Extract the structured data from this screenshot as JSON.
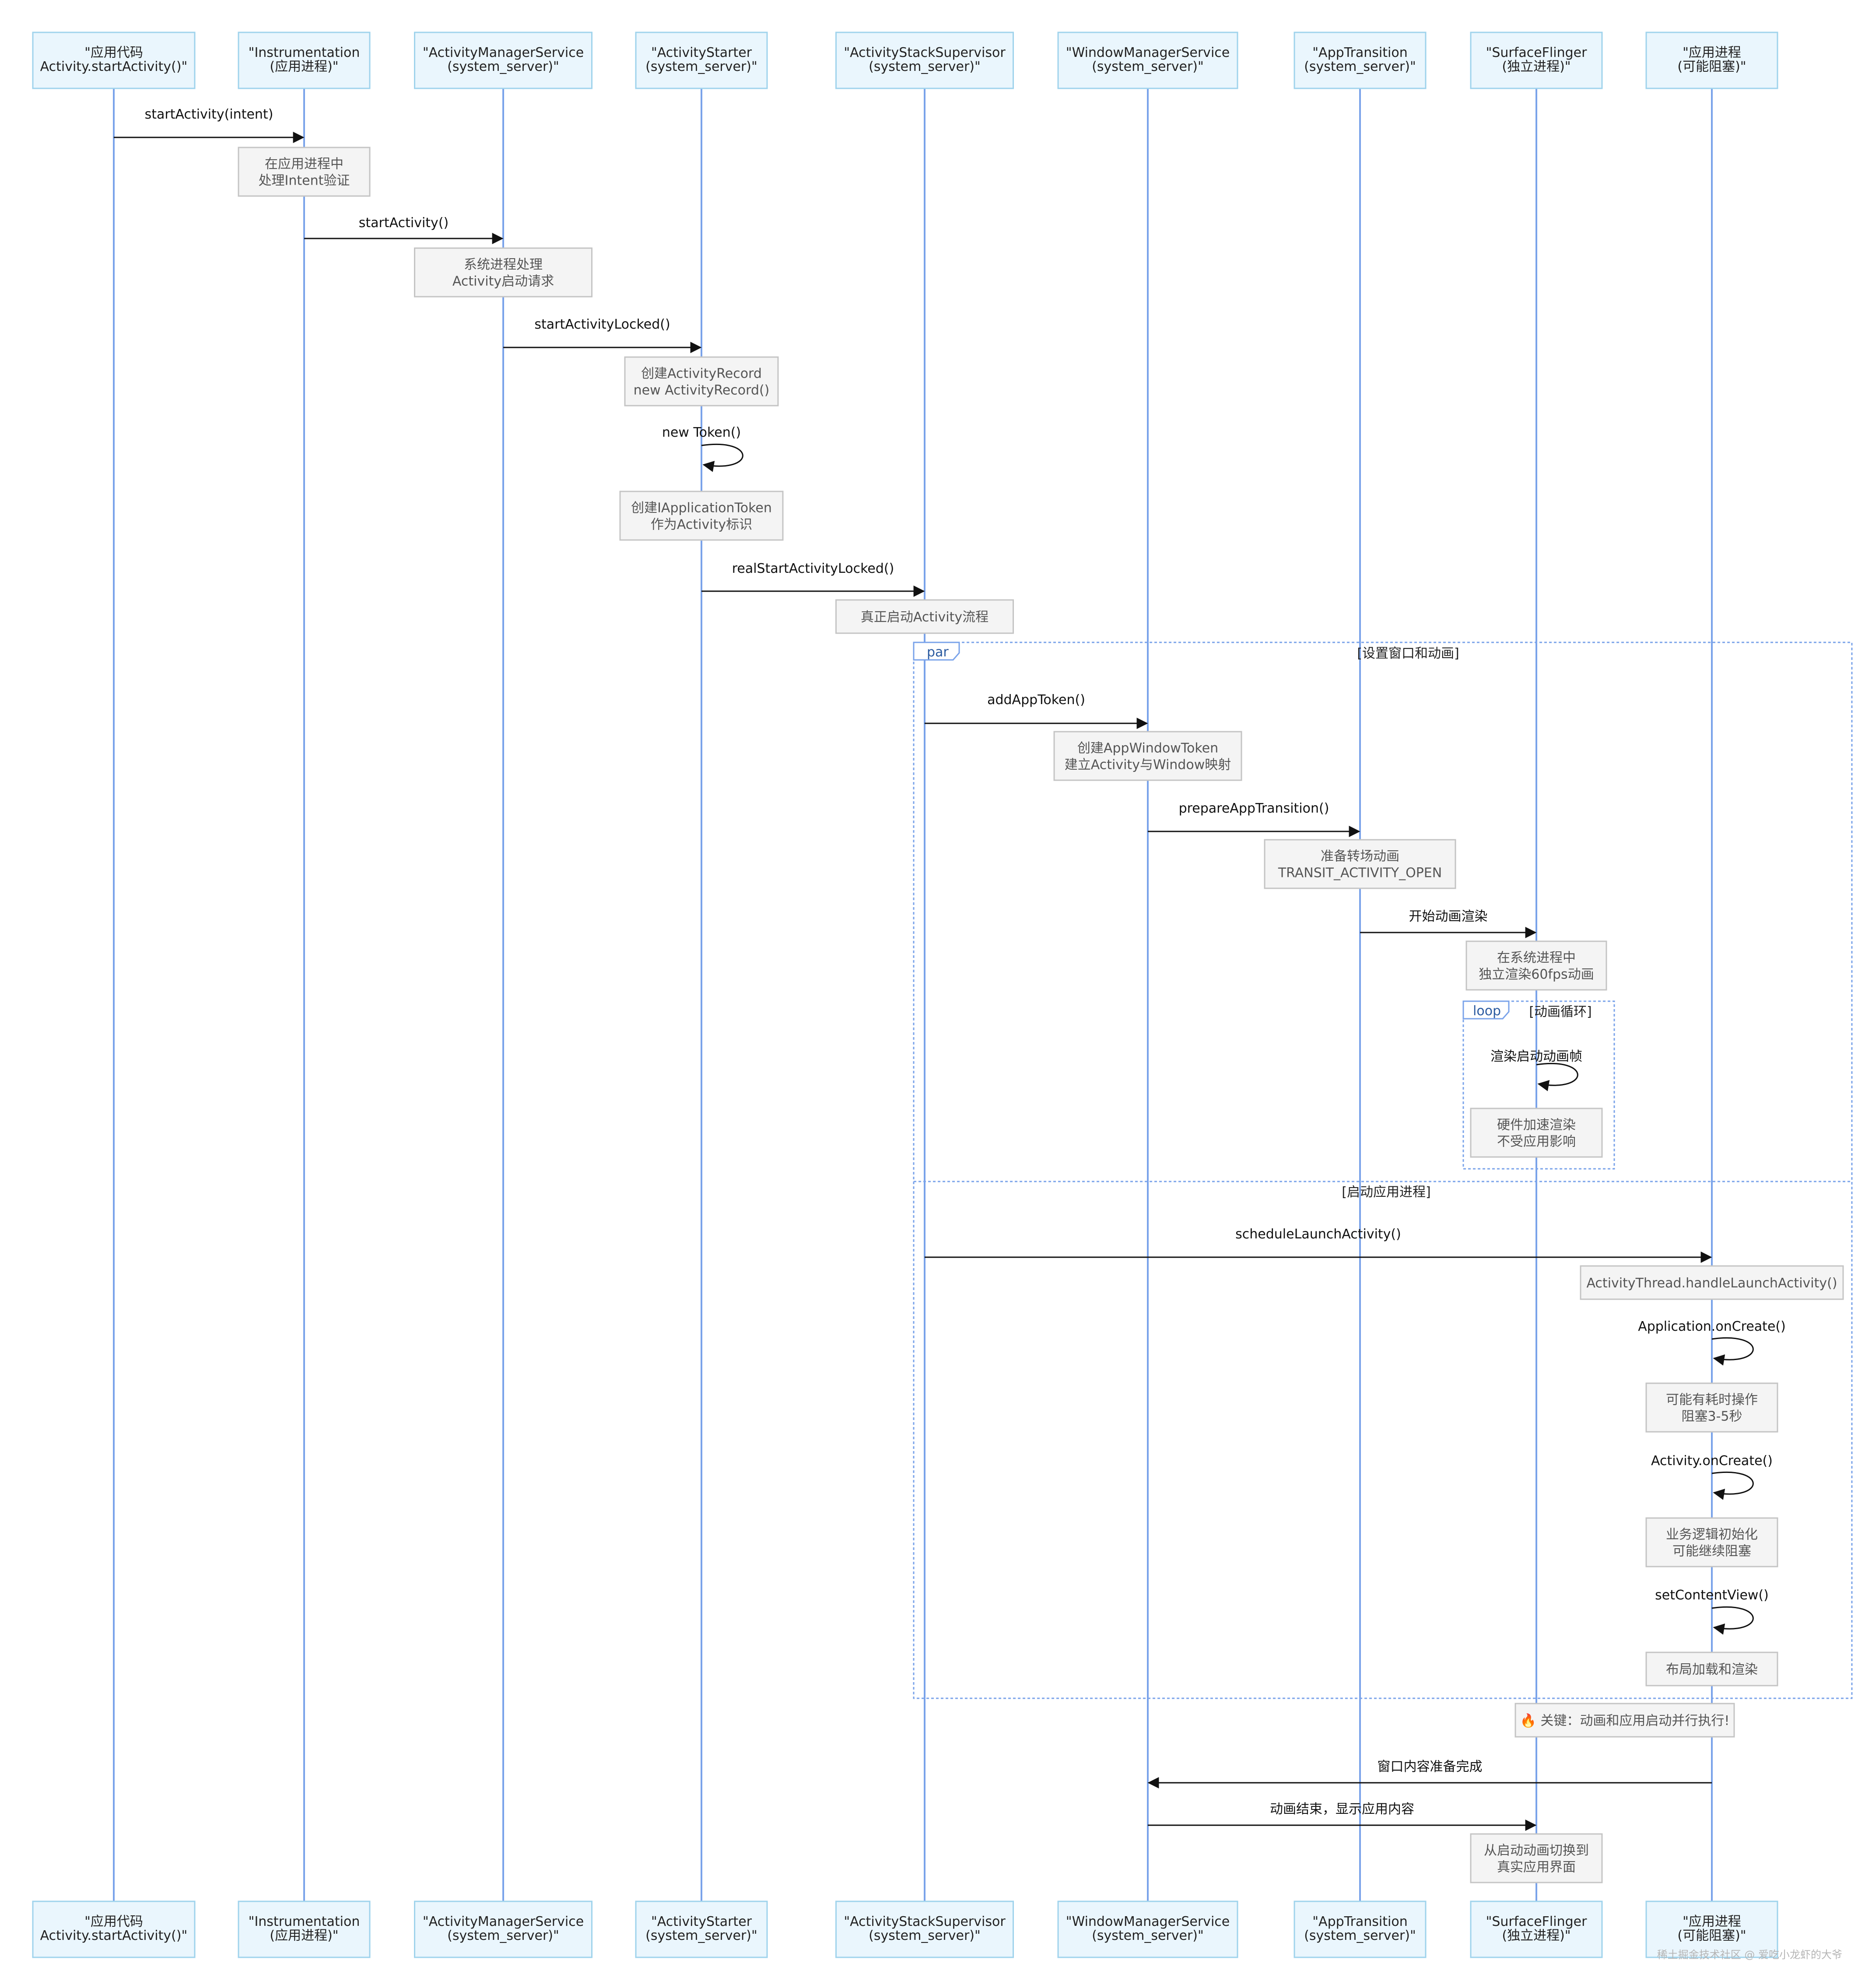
{
  "participants": [
    {
      "id": "app",
      "line1": "\"应用代码",
      "line2": "Activity.startActivity()\""
    },
    {
      "id": "inst",
      "line1": "\"Instrumentation",
      "line2": "(应用进程)\""
    },
    {
      "id": "ams",
      "line1": "\"ActivityManagerService",
      "line2": "(system_server)\""
    },
    {
      "id": "as",
      "line1": "\"ActivityStarter",
      "line2": "(system_server)\""
    },
    {
      "id": "ass",
      "line1": "\"ActivityStackSupervisor",
      "line2": "(system_server)\""
    },
    {
      "id": "wms",
      "line1": "\"WindowManagerService",
      "line2": "(system_server)\""
    },
    {
      "id": "at",
      "line1": "\"AppTransition",
      "line2": "(system_server)\""
    },
    {
      "id": "sf",
      "line1": "\"SurfaceFlinger",
      "line2": "(独立进程)\""
    },
    {
      "id": "proc",
      "line1": "\"应用进程",
      "line2": "(可能阻塞)\""
    }
  ],
  "messages": [
    {
      "id": "m1",
      "from": "app",
      "to": "inst",
      "label": "startActivity(intent)"
    },
    {
      "id": "m2",
      "from": "inst",
      "to": "ams",
      "label": "startActivity()"
    },
    {
      "id": "m3",
      "from": "ams",
      "to": "as",
      "label": "startActivityLocked()"
    },
    {
      "id": "m4",
      "from": "as",
      "to": "as",
      "label": "new Token()"
    },
    {
      "id": "m5",
      "from": "as",
      "to": "ass",
      "label": "realStartActivityLocked()"
    },
    {
      "id": "m6",
      "from": "ass",
      "to": "wms",
      "label": "addAppToken()"
    },
    {
      "id": "m7",
      "from": "wms",
      "to": "at",
      "label": "prepareAppTransition()"
    },
    {
      "id": "m8",
      "from": "at",
      "to": "sf",
      "label": "开始动画渲染"
    },
    {
      "id": "m9",
      "from": "sf",
      "to": "sf",
      "label": "渲染启动动画帧"
    },
    {
      "id": "m10",
      "from": "ass",
      "to": "proc",
      "label": "scheduleLaunchActivity()"
    },
    {
      "id": "m11",
      "from": "proc",
      "to": "proc",
      "label": "Application.onCreate()"
    },
    {
      "id": "m12",
      "from": "proc",
      "to": "proc",
      "label": "Activity.onCreate()"
    },
    {
      "id": "m13",
      "from": "proc",
      "to": "proc",
      "label": "setContentView()"
    },
    {
      "id": "m14",
      "from": "proc",
      "to": "wms",
      "label": "窗口内容准备完成"
    },
    {
      "id": "m15",
      "from": "wms",
      "to": "sf",
      "label": "动画结束，显示应用内容"
    }
  ],
  "notes": [
    {
      "id": "n1",
      "over": "inst",
      "lines": [
        "在应用进程中",
        "处理Intent验证"
      ]
    },
    {
      "id": "n2",
      "over": "ams",
      "lines": [
        "系统进程处理",
        "Activity启动请求"
      ]
    },
    {
      "id": "n3",
      "over": "as",
      "lines": [
        "创建ActivityRecord",
        "new ActivityRecord()"
      ]
    },
    {
      "id": "n4",
      "over": "as",
      "lines": [
        "创建IApplicationToken",
        "作为Activity标识"
      ]
    },
    {
      "id": "n5",
      "over": "ass",
      "lines": [
        "真正启动Activity流程"
      ]
    },
    {
      "id": "n6",
      "over": "wms",
      "lines": [
        "创建AppWindowToken",
        "建立Activity与Window映射"
      ]
    },
    {
      "id": "n7",
      "over": "at",
      "lines": [
        "准备转场动画",
        "TRANSIT_ACTIVITY_OPEN"
      ]
    },
    {
      "id": "n8",
      "over": "sf",
      "lines": [
        "在系统进程中",
        "独立渲染60fps动画"
      ]
    },
    {
      "id": "n9",
      "over": "sf",
      "lines": [
        "硬件加速渲染",
        "不受应用影响"
      ]
    },
    {
      "id": "n10",
      "over": "proc",
      "lines": [
        "ActivityThread.handleLaunchActivity()"
      ]
    },
    {
      "id": "n11",
      "over": "proc",
      "lines": [
        "可能有耗时操作",
        "阻塞3-5秒"
      ]
    },
    {
      "id": "n12",
      "over": "proc",
      "lines": [
        "业务逻辑初始化",
        "可能继续阻塞"
      ]
    },
    {
      "id": "n13",
      "over": "proc",
      "lines": [
        "布局加载和渲染"
      ]
    },
    {
      "id": "n14",
      "over": "sf-proc",
      "lines": [
        "🔥 关键：动画和应用启动并行执行!"
      ]
    },
    {
      "id": "n15",
      "over": "sf",
      "lines": [
        "从启动动画切换到",
        "真实应用界面"
      ]
    }
  ],
  "frames": {
    "par": {
      "tag": "par",
      "section1": "[设置窗口和动画]",
      "section2": "[启动应用进程]"
    },
    "loop": {
      "tag": "loop",
      "label": "[动画循环]"
    }
  },
  "watermark": "稀土掘金技术社区 @ 爱吃小龙虾的大爷",
  "colors": {
    "actor_fill": "#eaf6fd",
    "actor_stroke": "#9fd3ec",
    "lifeline": "#7aa3ea",
    "note_fill": "#f4f4f4",
    "note_stroke": "#c4c4c4",
    "frame_stroke": "#7aa3ea",
    "arrow": "#111111"
  }
}
